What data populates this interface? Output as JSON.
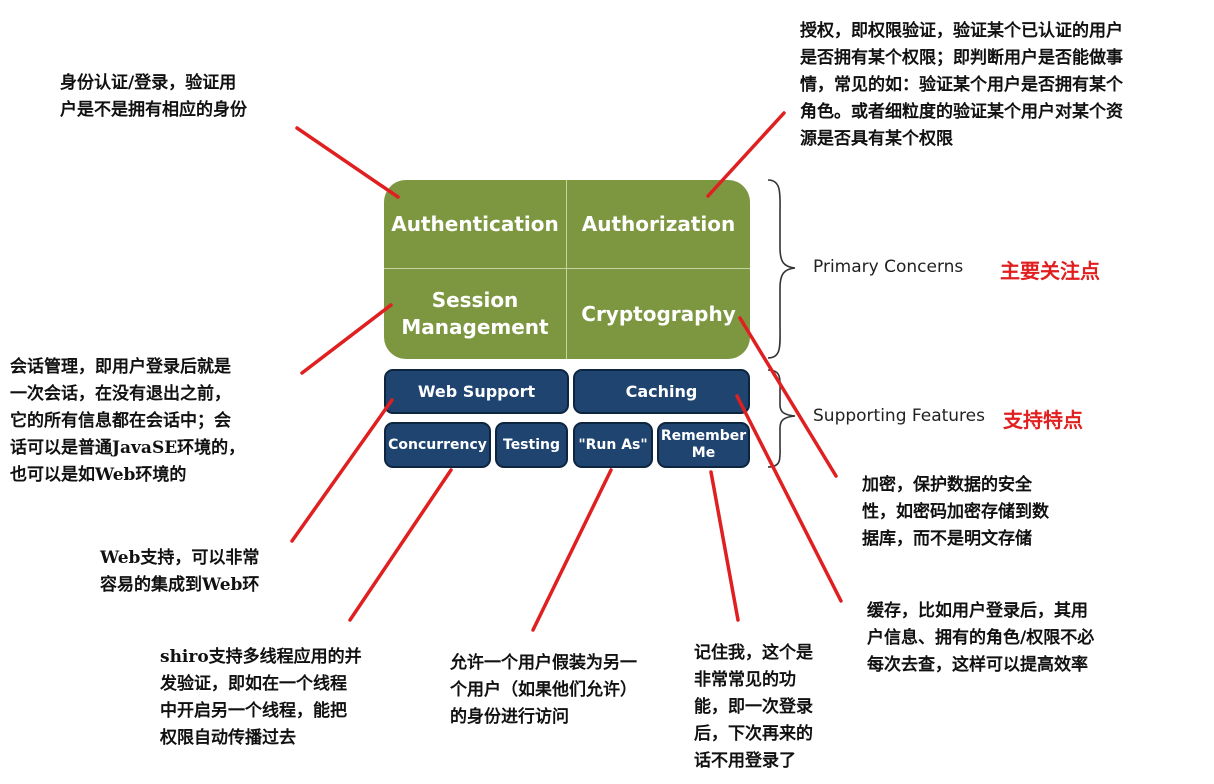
{
  "modules": {
    "authentication": "Authentication",
    "authorization": "Authorization",
    "session_management": "Session\nManagement",
    "cryptography": "Cryptography",
    "web_support": "Web Support",
    "caching": "Caching",
    "concurrency": "Concurrency",
    "testing": "Testing",
    "run_as": "\"Run As\"",
    "remember_me": "Remember\nMe"
  },
  "groups": {
    "primary_label": "Primary Concerns",
    "primary_cn": "主要关注点",
    "supporting_label": "Supporting Features",
    "supporting_cn": "支持特点"
  },
  "notes": {
    "authentication": "身份认证/登录，验证用\n户是不是拥有相应的身份",
    "authorization": "授权，即权限验证，验证某个已认证的用户\n是否拥有某个权限；即判断用户是否能做事\n情，常见的如：验证某个用户是否拥有某个\n角色。或者细粒度的验证某个用户对某个资\n源是否具有某个权限",
    "session": "会话管理，即用户登录后就是\n一次会话，在没有退出之前，\n它的所有信息都在会话中；会\n话可以是普通JavaSE环境的，\n也可以是如Web环境的",
    "cryptography": "加密，保护数据的安全\n性，如密码加密存储到数\n据库，而不是明文存储",
    "web": "Web支持，可以非常\n容易的集成到Web环",
    "caching": "缓存，比如用户登录后，其用\n户信息、拥有的角色/权限不必\n每次去查，这样可以提高效率",
    "concurrency": "shiro支持多线程应用的并\n发验证，即如在一个线程\n中开启另一个线程，能把\n权限自动传播过去",
    "run_as": "允许一个用户假装为另一\n个用户（如果他们允许）\n的身份进行访问",
    "remember": "记住我，这个是\n非常常见的功\n能，即一次登录\n后，下次再来的\n话不用登录了"
  },
  "colors": {
    "primary_fill": "#7d9640",
    "supporting_fill": "#1f4470",
    "arrow": "#e02020",
    "highlight_text": "#e02020"
  }
}
